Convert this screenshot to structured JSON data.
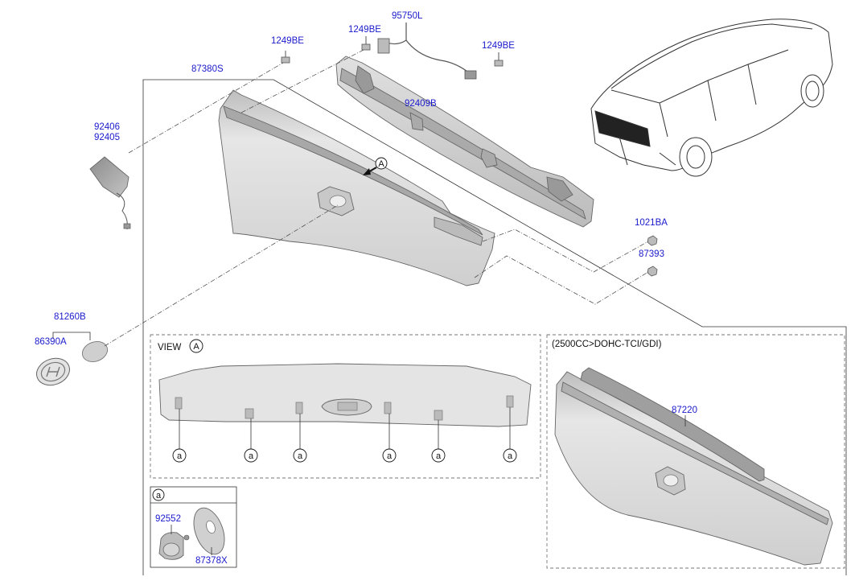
{
  "colors": {
    "part_number": "#1a1acc",
    "line": "#333333",
    "part_fill": "#d9d9d9",
    "part_dark": "#9a9a9a"
  },
  "labels": {
    "p1249be_a": "1249BE",
    "p1249be_b": "1249BE",
    "p1249be_c": "1249BE",
    "p95750l": "95750L",
    "p87380s": "87380S",
    "p92409b": "92409B",
    "p92406": "92406",
    "p92405": "92405",
    "p1021ba": "1021BA",
    "p87393": "87393",
    "p81260b": "81260B",
    "p86390a": "86390A",
    "p87220": "87220",
    "p92552": "92552",
    "p87378x": "87378X",
    "ref_a_main": "A",
    "view_text": "VIEW",
    "view_ref": "A",
    "variant_note": "(2500CC>DOHC-TCI/GDI)",
    "detail_ref": "a",
    "clip_ref": "a"
  }
}
